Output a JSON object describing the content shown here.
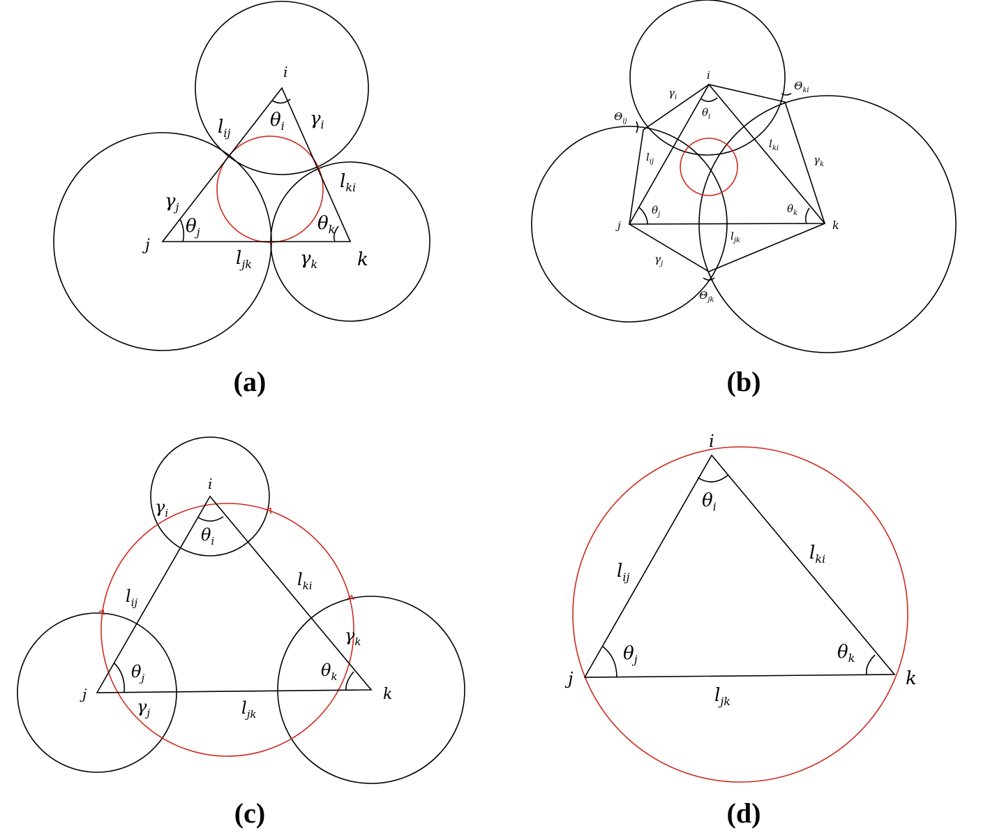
{
  "panels": [
    {
      "id": "a",
      "caption": "(a)",
      "labels": {
        "v_i": "i",
        "v_j": "j",
        "v_k": "k",
        "theta_i": [
          "θ",
          "i"
        ],
        "theta_j": [
          "θ",
          "j"
        ],
        "theta_k": [
          "θ",
          "k"
        ],
        "gamma_i": [
          "γ",
          "i"
        ],
        "gamma_j": [
          "γ",
          "j"
        ],
        "gamma_k": [
          "γ",
          "k"
        ],
        "l_ij": [
          "l",
          "ij"
        ],
        "l_jk": [
          "l",
          "jk"
        ],
        "l_ki": [
          "l",
          "ki"
        ]
      }
    },
    {
      "id": "b",
      "caption": "(b)",
      "labels": {
        "v_i": "i",
        "v_j": "j",
        "v_k": "k",
        "theta_i": [
          "θ",
          "i"
        ],
        "theta_j": [
          "θ",
          "j"
        ],
        "theta_k": [
          "θ",
          "k"
        ],
        "gamma_i": [
          "γ",
          "i"
        ],
        "gamma_j": [
          "γ",
          "j"
        ],
        "gamma_k": [
          "γ",
          "k"
        ],
        "l_ij": [
          "l",
          "ij"
        ],
        "l_jk": [
          "l",
          "jk"
        ],
        "l_ki": [
          "l",
          "ki"
        ],
        "Theta_ij": [
          "Θ",
          "ij"
        ],
        "Theta_jk": [
          "Θ",
          "jk"
        ],
        "Theta_ki": [
          "Θ",
          "ki"
        ]
      }
    },
    {
      "id": "c",
      "caption": "(c)",
      "labels": {
        "v_i": "i",
        "v_j": "j",
        "v_k": "k",
        "theta_i": [
          "θ",
          "i"
        ],
        "theta_j": [
          "θ",
          "j"
        ],
        "theta_k": [
          "θ",
          "k"
        ],
        "gamma_i": [
          "γ",
          "i"
        ],
        "gamma_j": [
          "γ",
          "j"
        ],
        "gamma_k": [
          "γ",
          "k"
        ],
        "l_ij": [
          "l",
          "ij"
        ],
        "l_jk": [
          "l",
          "jk"
        ],
        "l_ki": [
          "l",
          "ki"
        ]
      }
    },
    {
      "id": "d",
      "caption": "(d)",
      "labels": {
        "v_i": "i",
        "v_j": "j",
        "v_k": "k",
        "theta_i": [
          "θ",
          "i"
        ],
        "theta_j": [
          "θ",
          "j"
        ],
        "theta_k": [
          "θ",
          "k"
        ],
        "l_ij": [
          "l",
          "ij"
        ],
        "l_jk": [
          "l",
          "jk"
        ],
        "l_ki": [
          "l",
          "ki"
        ]
      }
    }
  ],
  "colors": {
    "stroke": "#000000",
    "highlight": "#d0281e",
    "background": "#ffffff"
  }
}
